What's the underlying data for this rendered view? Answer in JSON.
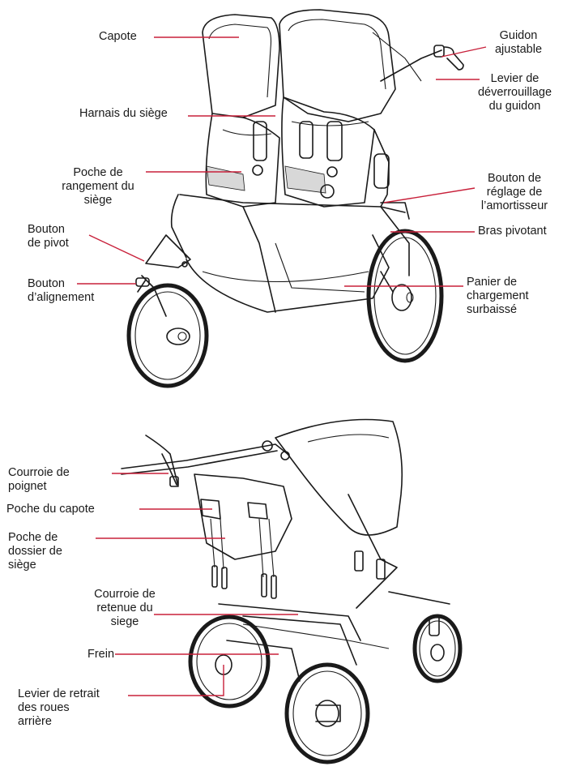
{
  "labels": {
    "canopy": "Capote",
    "handlebar": "Guidon\najustable",
    "handlebar_release": "Levier de\ndéverrouillage\ndu guidon",
    "harness": "Harnais du siège",
    "seat_pocket": "Poche de\nrangement du\nsiège",
    "shock_adjust": "Bouton de\nréglage de\nl’amortisseur",
    "swivel_arm": "Bras pivotant",
    "pivot_button": "Bouton\nde pivot",
    "alignment_button": "Bouton\nd’alignement",
    "basket": "Panier de\nchargement\nsurbaissé",
    "wrist_strap": "Courroie de\npoignet",
    "canopy_pocket": "Poche du capote",
    "seatback_pocket": "Poche de\ndossier de\nsiège",
    "restraint_strap": "Courroie de\nretenue du\nsiege",
    "brake": "Frein",
    "rear_wheel_lever": "Levier de retrait\ndes roues\narrière"
  },
  "colors": {
    "callout": "#c8203a",
    "ink": "#1a1a1a"
  }
}
